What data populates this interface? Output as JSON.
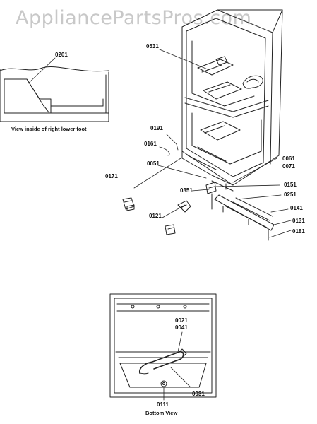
{
  "watermark": "AppliancePartsPros.com",
  "captions": {
    "inset": "View inside of right lower foot",
    "bottom_view": "Bottom View"
  },
  "parts": {
    "p0201": "0201",
    "p0531": "0531",
    "p0191": "0191",
    "p0161": "0161",
    "p0051": "0051",
    "p0061": "0061",
    "p0071": "0071",
    "p0171": "0171",
    "p0351": "0351",
    "p0151": "0151",
    "p0251": "0251",
    "p0121": "0121",
    "p0141": "0141",
    "p0131": "0131",
    "p0181": "0181",
    "p0021": "0021",
    "p0041": "0041",
    "p0031": "0031",
    "p0111": "0111"
  }
}
